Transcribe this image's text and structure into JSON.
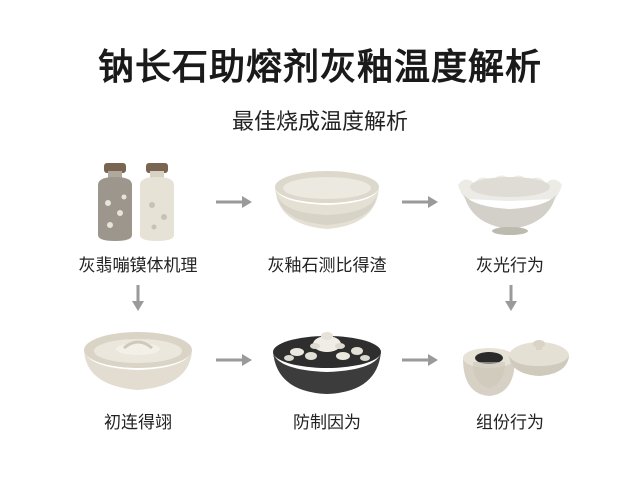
{
  "title": "钠长石助熔剂灰釉温度解析",
  "subtitle": "最佳烧成温度解析",
  "nodes": [
    {
      "label": "灰翡嘣镆体机理",
      "icon": "ceramic-jars-icon"
    },
    {
      "label": "灰釉石测比得渣",
      "icon": "shallow-bowl-icon"
    },
    {
      "label": "灰光行为",
      "icon": "scalloped-bowl-icon"
    },
    {
      "label": "初连得翊",
      "icon": "glaze-dish-icon"
    },
    {
      "label": "防制因为",
      "icon": "pebble-bowl-icon"
    },
    {
      "label": "组份行为",
      "icon": "lidded-pot-icon"
    }
  ],
  "colors": {
    "arrow": "#9a9a9a",
    "glaze": "#e9e6dc",
    "shade": "#c9c5b8",
    "dark_bowl": "#3c3c3c"
  }
}
